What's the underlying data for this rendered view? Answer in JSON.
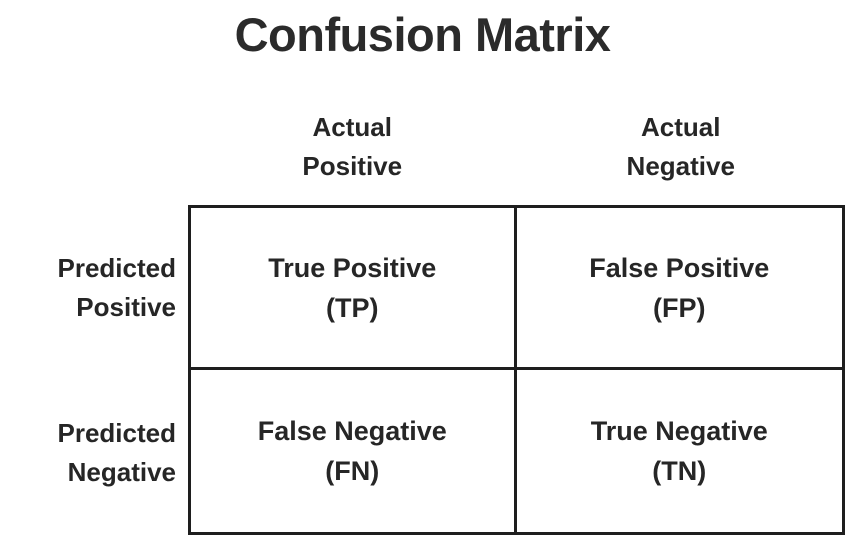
{
  "title": "Confusion Matrix",
  "colors": {
    "text": "#262626",
    "title": "#2b2b2b",
    "border": "#1e1e1e",
    "background": "#ffffff"
  },
  "column_headers": [
    {
      "line1": "Actual",
      "line2": "Positive"
    },
    {
      "line1": "Actual",
      "line2": "Negative"
    }
  ],
  "row_headers": [
    {
      "line1": "Predicted",
      "line2": "Positive"
    },
    {
      "line1": "Predicted",
      "line2": "Negative"
    }
  ],
  "cells": [
    {
      "line1": "True Positive",
      "line2": "(TP)"
    },
    {
      "line1": "False Positive",
      "line2": "(FP)"
    },
    {
      "line1": "False Negative",
      "line2": "(FN)"
    },
    {
      "line1": "True Negative",
      "line2": "(TN)"
    }
  ],
  "chart_data": {
    "type": "table",
    "title": "Confusion Matrix",
    "columns": [
      "Actual Positive",
      "Actual Negative"
    ],
    "rows": [
      "Predicted Positive",
      "Predicted Negative"
    ],
    "values": [
      [
        "True Positive (TP)",
        "False Positive (FP)"
      ],
      [
        "False Negative (FN)",
        "True Negative (TN)"
      ]
    ],
    "xlabel": "",
    "ylabel": "",
    "grid": true,
    "legend": "none"
  }
}
